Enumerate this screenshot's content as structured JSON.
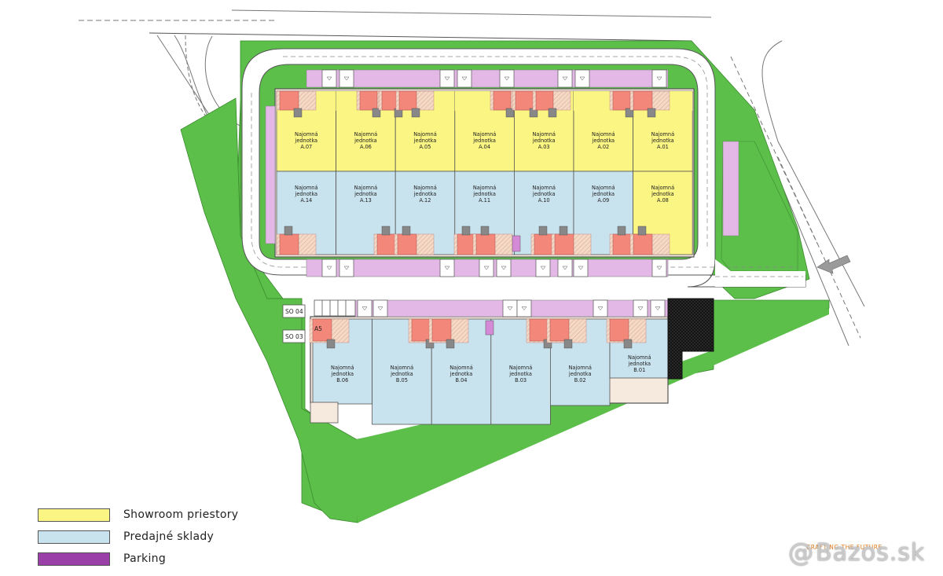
{
  "colors": {
    "showroom": "#fbf583",
    "warehouse": "#c9e3ee",
    "parking": "#e4b8e6",
    "green": "#5cbf4a",
    "office": "#f2877a",
    "road": "#ffffff",
    "building_outline": "#555555"
  },
  "units_a_top": [
    {
      "label": "Najomná jednotka",
      "code": "A.07",
      "type": "showroom"
    },
    {
      "label": "Najomná jednotka",
      "code": "A.06",
      "type": "showroom"
    },
    {
      "label": "Najomná jednotka",
      "code": "A.05",
      "type": "showroom"
    },
    {
      "label": "Najomná jednotka",
      "code": "A.04",
      "type": "showroom"
    },
    {
      "label": "Najomná jednotka",
      "code": "A.03",
      "type": "showroom"
    },
    {
      "label": "Najomná jednotka",
      "code": "A.02",
      "type": "showroom"
    },
    {
      "label": "Najomná jednotka",
      "code": "A.01",
      "type": "showroom"
    }
  ],
  "units_a_bottom": [
    {
      "label": "Najomná jednotka",
      "code": "A.14",
      "type": "warehouse"
    },
    {
      "label": "Najomná jednotka",
      "code": "A.13",
      "type": "warehouse"
    },
    {
      "label": "Najomná jednotka",
      "code": "A.12",
      "type": "warehouse"
    },
    {
      "label": "Najomná jednotka",
      "code": "A.11",
      "type": "warehouse"
    },
    {
      "label": "Najomná jednotka",
      "code": "A.10",
      "type": "warehouse"
    },
    {
      "label": "Najomná jednotka",
      "code": "A.09",
      "type": "warehouse"
    },
    {
      "label": "Najomná jednotka",
      "code": "A.08",
      "type": "showroom"
    }
  ],
  "units_b": [
    {
      "label": "Najomná jednotka",
      "code": "B.06",
      "type": "warehouse"
    },
    {
      "label": "Najomná jednotka",
      "code": "B.05",
      "type": "warehouse"
    },
    {
      "label": "Najomná jednotka",
      "code": "B.04",
      "type": "warehouse"
    },
    {
      "label": "Najomná jednotka",
      "code": "B.03",
      "type": "warehouse"
    },
    {
      "label": "Najomná jednotka",
      "code": "B.02",
      "type": "warehouse"
    },
    {
      "label": "Najomná jednotka",
      "code": "B.01",
      "type": "warehouse"
    }
  ],
  "markers": {
    "so04": "SO 04",
    "so03": "SO 03",
    "a5": "A5"
  },
  "legend": [
    {
      "label": "Showroom priestory",
      "color": "#fbf583"
    },
    {
      "label": "Predajné sklady",
      "color": "#c9e3ee"
    },
    {
      "label": "Parking",
      "color": "#e4b8e6"
    }
  ],
  "tagline": "CRAFTING THE FUTURE",
  "watermark": {
    "at": "@",
    "text": "Bazos.sk"
  }
}
